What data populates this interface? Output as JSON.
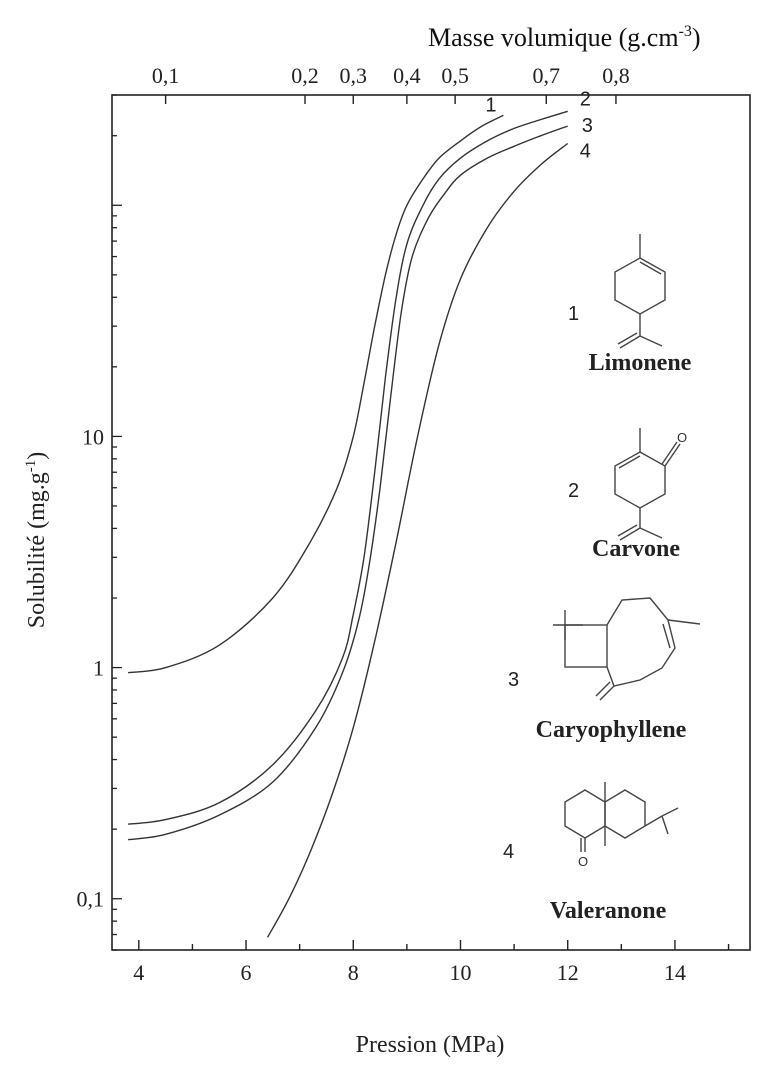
{
  "chart_data": {
    "type": "line",
    "title": "",
    "xlabel": "Pression (MPa)",
    "ylabel": "Solubilité (mg.g-1)",
    "ylabel_main": "Solubilité (mg.g",
    "ylabel_sup": "-1",
    "ylabel_close": ")",
    "xlim": [
      3.5,
      15.4
    ],
    "ylim": [
      0.06,
      300
    ],
    "yscale": "log",
    "grid": false,
    "x_ticks": [
      4,
      6,
      8,
      10,
      12,
      14
    ],
    "x_tick_labels": [
      "4",
      "6",
      "8",
      "10",
      "12",
      "14"
    ],
    "y_ticks": [
      0.1,
      1,
      10
    ],
    "y_tick_labels": [
      "0,1",
      "1",
      "10"
    ],
    "top_axis": {
      "label": "Masse volumique (g.cm-3)",
      "label_main": "Masse volumique (g.cm",
      "label_sup": "-3",
      "label_close": ")",
      "ticks": [
        {
          "x": 4.5,
          "label": "0,1"
        },
        {
          "x": 7.1,
          "label": "0,2"
        },
        {
          "x": 8.0,
          "label": "0,3"
        },
        {
          "x": 9.0,
          "label": "0,4"
        },
        {
          "x": 9.9,
          "label": "0,5"
        },
        {
          "x": 11.6,
          "label": "0,7"
        },
        {
          "x": 12.9,
          "label": "0,8"
        }
      ]
    },
    "series": [
      {
        "name": "Limonene",
        "label": "1",
        "x": [
          3.8,
          4.5,
          5.5,
          6.5,
          7.2,
          7.7,
          8.0,
          8.2,
          8.4,
          8.6,
          8.8,
          9.0,
          9.3,
          9.6,
          10.0,
          10.4,
          10.8
        ],
        "y": [
          0.95,
          1.0,
          1.25,
          2.0,
          3.5,
          6.0,
          10.0,
          17.0,
          30.0,
          50.0,
          75.0,
          100.0,
          130.0,
          160.0,
          190.0,
          220.0,
          245.0
        ]
      },
      {
        "name": "Carvone",
        "label": "2",
        "x": [
          3.8,
          4.5,
          5.5,
          6.5,
          7.3,
          7.8,
          8.0,
          8.2,
          8.4,
          8.6,
          8.8,
          9.0,
          9.3,
          9.6,
          10.0,
          10.5,
          11.0,
          11.5,
          12.0
        ],
        "y": [
          0.21,
          0.22,
          0.26,
          0.38,
          0.65,
          1.1,
          1.7,
          3.0,
          7.0,
          18.0,
          40.0,
          68.0,
          100.0,
          130.0,
          160.0,
          190.0,
          215.0,
          235.0,
          255.0
        ]
      },
      {
        "name": "Caryophyllene",
        "label": "3",
        "x": [
          3.8,
          4.5,
          5.5,
          6.5,
          7.3,
          7.8,
          8.1,
          8.3,
          8.5,
          8.7,
          8.9,
          9.1,
          9.4,
          9.7,
          10.0,
          10.5,
          11.0,
          11.5,
          12.0
        ],
        "y": [
          0.18,
          0.19,
          0.23,
          0.32,
          0.55,
          0.95,
          1.6,
          2.8,
          6.0,
          15.0,
          35.0,
          60.0,
          88.0,
          112.0,
          135.0,
          160.0,
          180.0,
          200.0,
          220.0
        ]
      },
      {
        "name": "Valeranone",
        "label": "4",
        "x": [
          6.4,
          6.8,
          7.2,
          7.6,
          8.0,
          8.4,
          8.8,
          9.2,
          9.6,
          10.0,
          10.5,
          11.0,
          11.5,
          12.0
        ],
        "y": [
          0.068,
          0.1,
          0.16,
          0.28,
          0.55,
          1.3,
          3.5,
          10.0,
          25.0,
          48.0,
          80.0,
          115.0,
          150.0,
          185.0
        ]
      }
    ]
  },
  "compounds": [
    {
      "number": "1",
      "name": "Limonene"
    },
    {
      "number": "2",
      "name": "Carvone"
    },
    {
      "number": "3",
      "name": "Caryophyllene"
    },
    {
      "number": "4",
      "name": "Valeranone"
    }
  ],
  "molecule_atoms": {
    "oxygen": "O"
  }
}
